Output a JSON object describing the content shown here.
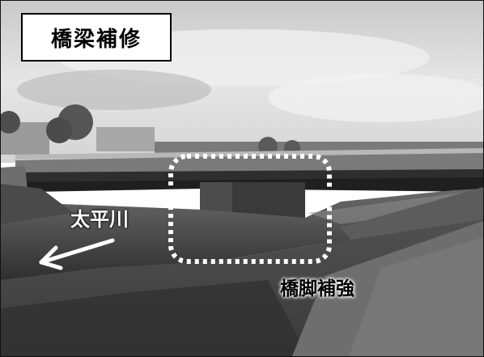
{
  "title": "橋梁補修",
  "labels": {
    "river": "太平川",
    "pier": "橋脚補強"
  },
  "colors": {
    "highlight_box": "#ffffff",
    "arrow": "#ffffff"
  }
}
